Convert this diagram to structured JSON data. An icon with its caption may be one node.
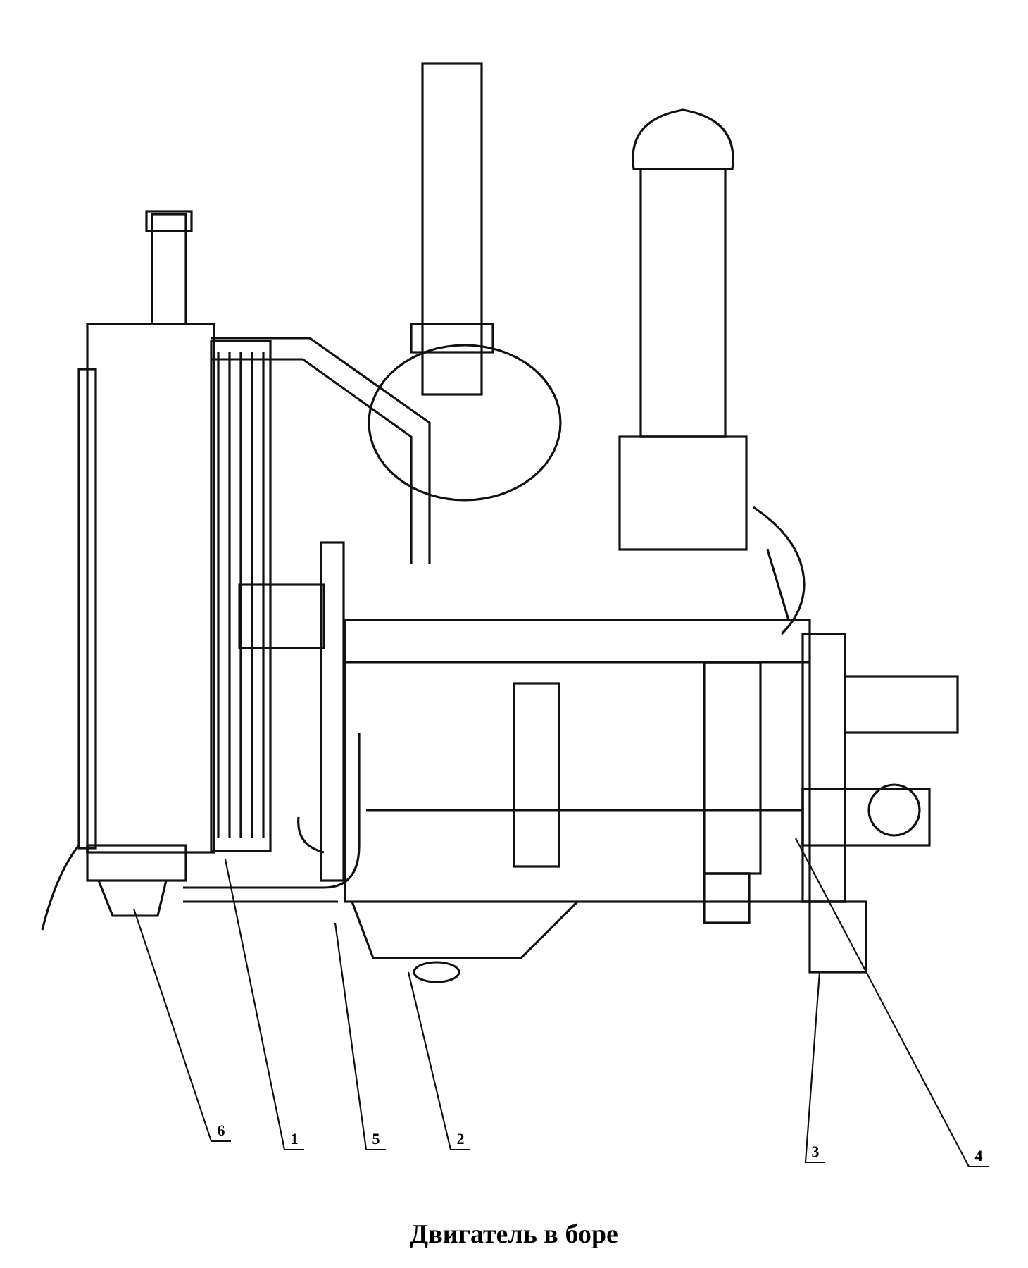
{
  "diagram": {
    "caption": "Двигатель в боре",
    "nodes": [
      {
        "text": [
          "6"
        ]
      },
      {
        "text": [
          "1"
        ]
      },
      {
        "text": [
          "5"
        ]
      },
      {
        "text": [
          "2"
        ]
      },
      {
        "text": [
          "3"
        ]
      },
      {
        "text": [
          "4"
        ]
      }
    ],
    "edges": [
      {
        "from": 0,
        "to": null,
        "arrow": "none"
      },
      {
        "from": 1,
        "to": null,
        "arrow": "none"
      },
      {
        "from": 2,
        "to": null,
        "arrow": "none"
      },
      {
        "from": 3,
        "to": null,
        "arrow": "none"
      },
      {
        "from": 4,
        "to": null,
        "arrow": "none"
      },
      {
        "from": 5,
        "to": null,
        "arrow": "none"
      }
    ]
  }
}
